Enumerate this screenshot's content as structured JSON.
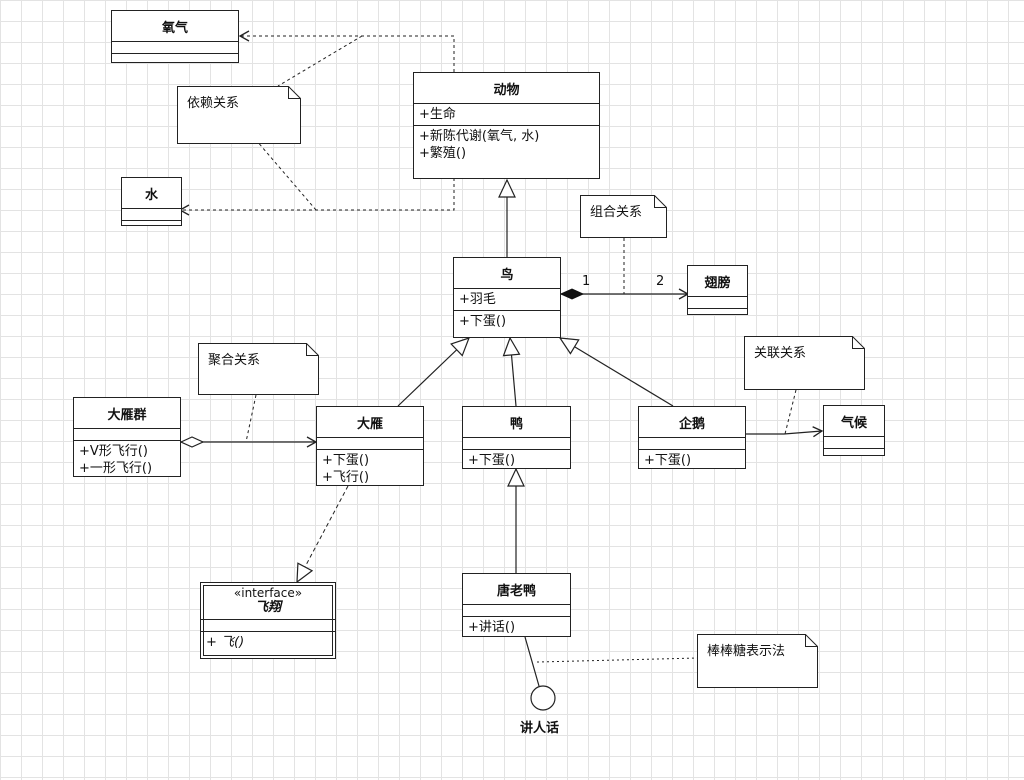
{
  "classes": {
    "oxygen": {
      "name": "氧气"
    },
    "water": {
      "name": "水"
    },
    "animal": {
      "name": "动物",
      "attrs": [
        "+生命"
      ],
      "ops": [
        "+新陈代谢(氧气, 水)",
        "+繁殖()"
      ]
    },
    "bird": {
      "name": "鸟",
      "attrs": [
        "+羽毛"
      ],
      "ops": [
        "+下蛋()"
      ]
    },
    "wing": {
      "name": "翅膀"
    },
    "goose_flock": {
      "name": "大雁群",
      "ops": [
        "+V形飞行()",
        "+一形飞行()"
      ]
    },
    "goose": {
      "name": "大雁",
      "ops": [
        "+下蛋()",
        "+飞行()"
      ]
    },
    "duck": {
      "name": "鸭",
      "ops": [
        "+下蛋()"
      ]
    },
    "penguin": {
      "name": "企鹅",
      "ops": [
        "+下蛋()"
      ]
    },
    "climate": {
      "name": "气候"
    },
    "donald": {
      "name": "唐老鸭",
      "ops": [
        "+讲话()"
      ]
    },
    "fly": {
      "stereotype": "«interface»",
      "name": "飞翔",
      "ops": [
        "+ 飞()"
      ]
    }
  },
  "notes": {
    "dependency": "依赖关系",
    "composition": "组合关系",
    "aggregation": "聚合关系",
    "association": "关联关系",
    "lollipop": "棒棒糖表示法"
  },
  "multiplicity": {
    "bird_end": "1",
    "wing_end": "2"
  },
  "lollipop_interface": "讲人话"
}
